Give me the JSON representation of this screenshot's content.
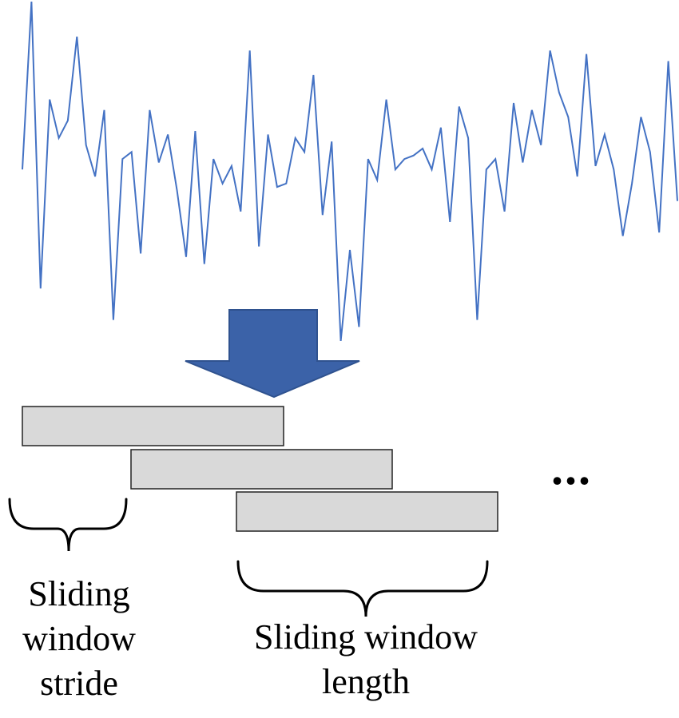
{
  "signal": {
    "values": [
      0.52,
      1.0,
      0.18,
      0.72,
      0.61,
      0.66,
      0.9,
      0.59,
      0.5,
      0.69,
      0.09,
      0.55,
      0.57,
      0.28,
      0.69,
      0.54,
      0.62,
      0.46,
      0.27,
      0.63,
      0.25,
      0.55,
      0.48,
      0.53,
      0.4,
      0.86,
      0.3,
      0.62,
      0.47,
      0.48,
      0.61,
      0.57,
      0.79,
      0.39,
      0.6,
      0.03,
      0.29,
      0.07,
      0.55,
      0.49,
      0.72,
      0.52,
      0.55,
      0.56,
      0.58,
      0.52,
      0.64,
      0.37,
      0.7,
      0.61,
      0.09,
      0.52,
      0.55,
      0.4,
      0.71,
      0.54,
      0.69,
      0.59,
      0.86,
      0.74,
      0.67,
      0.5,
      0.85,
      0.53,
      0.62,
      0.52,
      0.33,
      0.48,
      0.67,
      0.57,
      0.34,
      0.83,
      0.43
    ]
  },
  "colors": {
    "signal_line": "#4472C4",
    "arrow_fill": "#3B62A8",
    "arrow_stroke": "#2F528F",
    "window_fill": "#D9D9D9",
    "window_stroke": "#222222",
    "text": "#000000"
  },
  "windows_count": 3,
  "ellipsis": "...",
  "stride_label": {
    "line1": "Sliding",
    "line2": "window",
    "line3": "stride"
  },
  "length_label": {
    "line1": "Sliding window",
    "line2": "length"
  }
}
